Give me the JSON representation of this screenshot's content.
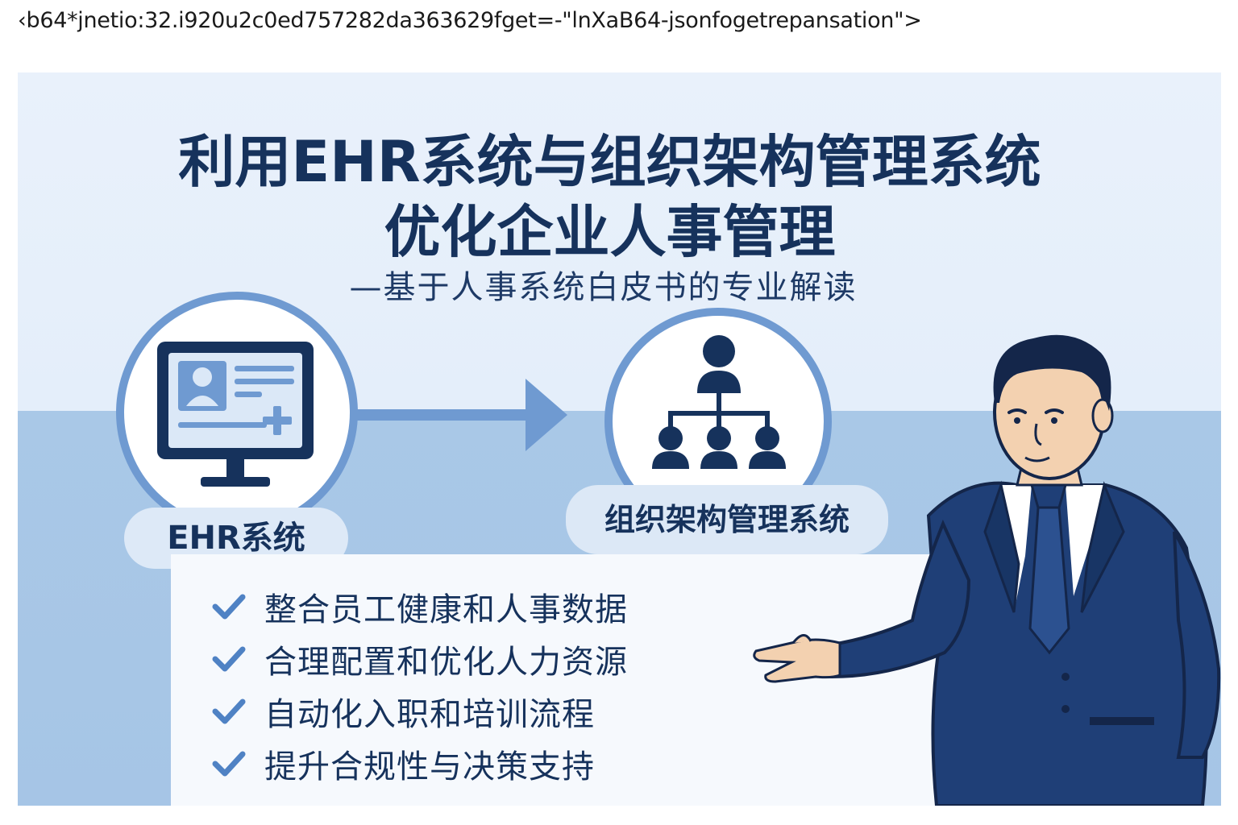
{
  "top_text": "‹b64*jnetio:32.i920u2c0ed757282da363629fget=-\"lnXaB64-jsonfogetrepansation\">",
  "title_line1": "利用EHR系统与组织架构管理系统",
  "title_line2": "优化企业人事管理",
  "subtitle": "—基于人事系统白皮书的专业解读",
  "left_label": "EHR系统",
  "right_label": "组织架构管理系统",
  "benefits": [
    "整合员工健康和人事数据",
    "合理配置和优化人力资源",
    "自动化入职和培训流程",
    "提升合规性与决策支持"
  ],
  "icons": {
    "left": "computer-profile-icon",
    "right": "org-chart-icon",
    "connector": "arrow-right-icon",
    "bullet": "check-icon"
  },
  "colors": {
    "navy": "#16325c",
    "accent_blue": "#6f9ad1",
    "light_band": "#e4eefa",
    "mid_band": "#a9c8e7",
    "suit": "#1f3f77"
  }
}
